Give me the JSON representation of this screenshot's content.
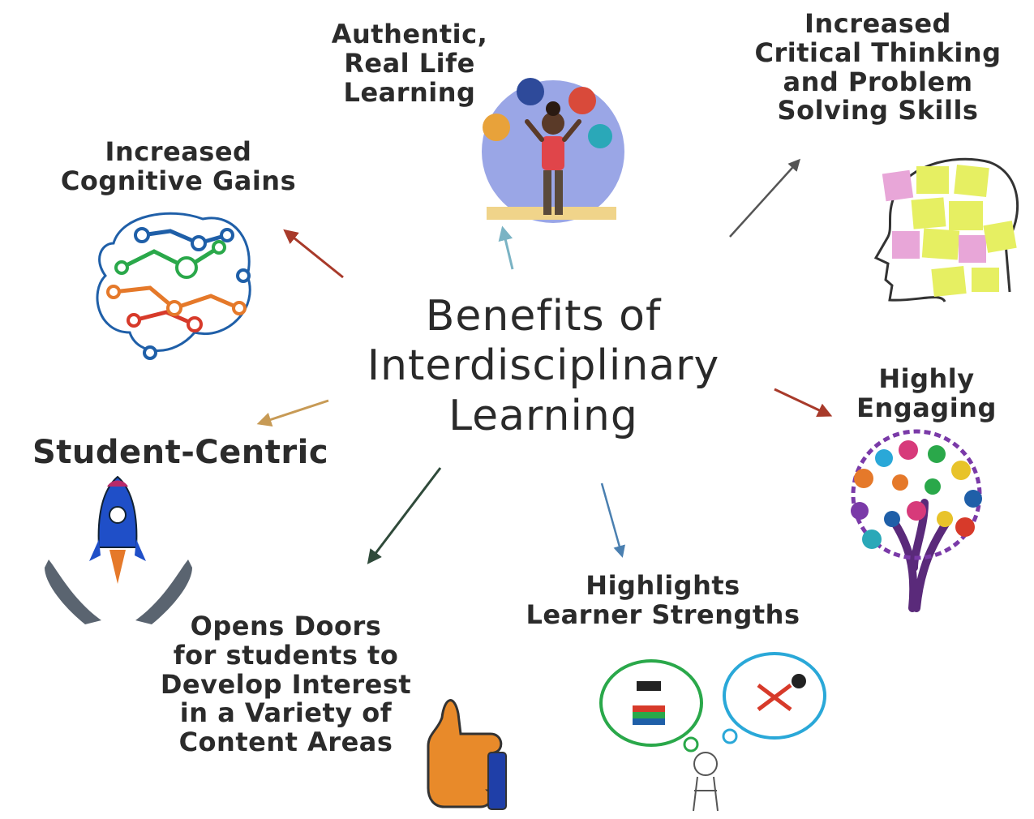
{
  "diagram": {
    "title_lines": [
      "Benefits of",
      "Interdisciplinary",
      "Learning"
    ],
    "benefits": [
      {
        "id": "cognitive",
        "label": "Increased\nCognitive Gains",
        "icon": "brain-network-icon",
        "arrow_color": "#a83a2a"
      },
      {
        "id": "authentic",
        "label": "Authentic,\nReal Life\nLearning",
        "icon": "student-with-ideas-icon",
        "arrow_color": "#7ab3c4"
      },
      {
        "id": "critical",
        "label": "Increased\nCritical Thinking\nand Problem\nSolving Skills",
        "icon": "head-with-sticky-notes-icon",
        "arrow_color": "#555555"
      },
      {
        "id": "engaging",
        "label": "Highly\nEngaging",
        "icon": "colorful-tree-icon",
        "arrow_color": "#a83a2a"
      },
      {
        "id": "strengths",
        "label": "Highlights\nLearner Strengths",
        "icon": "thinking-person-icon",
        "arrow_color": "#4a7fb0"
      },
      {
        "id": "doors",
        "label": "Opens Doors\nfor students to\nDevelop Interest\nin a Variety of\nContent Areas",
        "icon": "thumbs-up-icon",
        "arrow_color": "#2f4a3a"
      },
      {
        "id": "student",
        "label": "Student-Centric",
        "icon": "rocket-in-hands-icon",
        "arrow_color": "#c79a55"
      }
    ]
  }
}
